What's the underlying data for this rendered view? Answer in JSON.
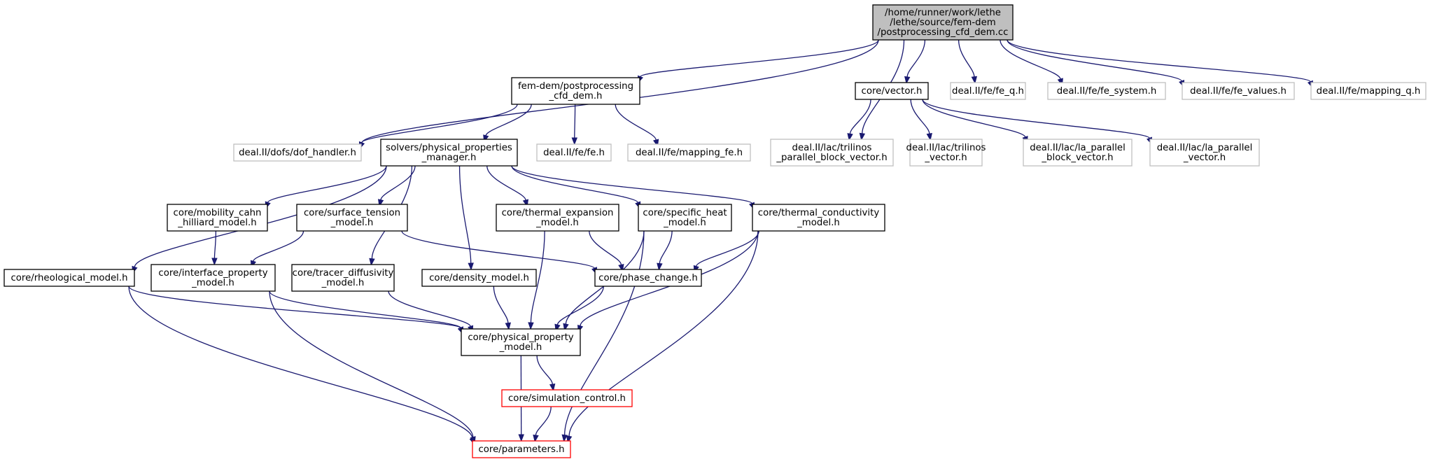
{
  "colors": {
    "edge": "#191970",
    "root_fill": "#bfbfbf",
    "node_fill": "#ffffff",
    "border_default": "#000000",
    "border_external": "#bfbfbf",
    "border_truncated": "#ff0000",
    "text": "#000000"
  },
  "nodes": [
    {
      "id": "root",
      "lines": [
        "/home/runner/work/lethe",
        "/lethe/source/fem-dem",
        "/postprocessing_cfd_dem.cc"
      ],
      "style": "root"
    },
    {
      "id": "fem_dem_post",
      "lines": [
        "fem-dem/postprocessing",
        "_cfd_dem.h"
      ],
      "style": "default"
    },
    {
      "id": "core_vector",
      "lines": [
        "core/vector.h"
      ],
      "style": "default"
    },
    {
      "id": "fe_q",
      "lines": [
        "deal.II/fe/fe_q.h"
      ],
      "style": "external"
    },
    {
      "id": "fe_system",
      "lines": [
        "deal.II/fe/fe_system.h"
      ],
      "style": "external"
    },
    {
      "id": "fe_values",
      "lines": [
        "deal.II/fe/fe_values.h"
      ],
      "style": "external"
    },
    {
      "id": "mapping_q",
      "lines": [
        "deal.II/fe/mapping_q.h"
      ],
      "style": "external"
    },
    {
      "id": "dof_handler",
      "lines": [
        "deal.II/dofs/dof_handler.h"
      ],
      "style": "external"
    },
    {
      "id": "phys_props_mgr",
      "lines": [
        "solvers/physical_properties",
        "_manager.h"
      ],
      "style": "default"
    },
    {
      "id": "fe_h",
      "lines": [
        "deal.II/fe/fe.h"
      ],
      "style": "external"
    },
    {
      "id": "mapping_fe",
      "lines": [
        "deal.II/fe/mapping_fe.h"
      ],
      "style": "external"
    },
    {
      "id": "trilinos_pbv",
      "lines": [
        "deal.II/lac/trilinos",
        "_parallel_block_vector.h"
      ],
      "style": "external"
    },
    {
      "id": "trilinos_vec",
      "lines": [
        "deal.II/lac/trilinos",
        "_vector.h"
      ],
      "style": "external"
    },
    {
      "id": "la_pbv",
      "lines": [
        "deal.II/lac/la_parallel",
        "_block_vector.h"
      ],
      "style": "external"
    },
    {
      "id": "la_pv",
      "lines": [
        "deal.II/lac/la_parallel",
        "_vector.h"
      ],
      "style": "external"
    },
    {
      "id": "mobility",
      "lines": [
        "core/mobility_cahn",
        "_hilliard_model.h"
      ],
      "style": "default"
    },
    {
      "id": "surface_tension",
      "lines": [
        "core/surface_tension",
        "_model.h"
      ],
      "style": "default"
    },
    {
      "id": "thermal_expansion",
      "lines": [
        "core/thermal_expansion",
        "_model.h"
      ],
      "style": "default"
    },
    {
      "id": "specific_heat",
      "lines": [
        "core/specific_heat",
        "_model.h"
      ],
      "style": "default"
    },
    {
      "id": "thermal_cond",
      "lines": [
        "core/thermal_conductivity",
        "_model.h"
      ],
      "style": "default"
    },
    {
      "id": "rheological",
      "lines": [
        "core/rheological_model.h"
      ],
      "style": "default"
    },
    {
      "id": "interface_prop",
      "lines": [
        "core/interface_property",
        "_model.h"
      ],
      "style": "default"
    },
    {
      "id": "tracer_diff",
      "lines": [
        "core/tracer_diffusivity",
        "_model.h"
      ],
      "style": "default"
    },
    {
      "id": "density",
      "lines": [
        "core/density_model.h"
      ],
      "style": "default"
    },
    {
      "id": "phase_change",
      "lines": [
        "core/phase_change.h"
      ],
      "style": "default"
    },
    {
      "id": "phys_prop_model",
      "lines": [
        "core/physical_property",
        "_model.h"
      ],
      "style": "default"
    },
    {
      "id": "sim_control",
      "lines": [
        "core/simulation_control.h"
      ],
      "style": "truncated"
    },
    {
      "id": "parameters",
      "lines": [
        "core/parameters.h"
      ],
      "style": "truncated"
    }
  ],
  "edges": [
    [
      "root",
      "fem_dem_post"
    ],
    [
      "root",
      "core_vector"
    ],
    [
      "root",
      "fe_q"
    ],
    [
      "root",
      "fe_system"
    ],
    [
      "root",
      "fe_values"
    ],
    [
      "root",
      "mapping_q"
    ],
    [
      "root",
      "dof_handler"
    ],
    [
      "root",
      "trilinos_pbv"
    ],
    [
      "fem_dem_post",
      "dof_handler"
    ],
    [
      "fem_dem_post",
      "phys_props_mgr"
    ],
    [
      "fem_dem_post",
      "fe_h"
    ],
    [
      "fem_dem_post",
      "mapping_fe"
    ],
    [
      "core_vector",
      "trilinos_pbv"
    ],
    [
      "core_vector",
      "trilinos_vec"
    ],
    [
      "core_vector",
      "la_pbv"
    ],
    [
      "core_vector",
      "la_pv"
    ],
    [
      "phys_props_mgr",
      "rheological"
    ],
    [
      "phys_props_mgr",
      "mobility"
    ],
    [
      "phys_props_mgr",
      "surface_tension"
    ],
    [
      "phys_props_mgr",
      "tracer_diff"
    ],
    [
      "phys_props_mgr",
      "density"
    ],
    [
      "phys_props_mgr",
      "thermal_expansion"
    ],
    [
      "phys_props_mgr",
      "specific_heat"
    ],
    [
      "phys_props_mgr",
      "thermal_cond"
    ],
    [
      "mobility",
      "interface_prop"
    ],
    [
      "surface_tension",
      "interface_prop"
    ],
    [
      "surface_tension",
      "phase_change"
    ],
    [
      "thermal_expansion",
      "phase_change"
    ],
    [
      "thermal_expansion",
      "phys_prop_model"
    ],
    [
      "specific_heat",
      "phase_change"
    ],
    [
      "specific_heat",
      "phys_prop_model"
    ],
    [
      "specific_heat",
      "parameters"
    ],
    [
      "thermal_cond",
      "phase_change"
    ],
    [
      "thermal_cond",
      "phys_prop_model"
    ],
    [
      "thermal_cond",
      "parameters"
    ],
    [
      "rheological",
      "phys_prop_model"
    ],
    [
      "rheological",
      "parameters"
    ],
    [
      "interface_prop",
      "phys_prop_model"
    ],
    [
      "interface_prop",
      "parameters"
    ],
    [
      "tracer_diff",
      "phys_prop_model"
    ],
    [
      "density",
      "phys_prop_model"
    ],
    [
      "phase_change",
      "phys_prop_model"
    ],
    [
      "phys_prop_model",
      "sim_control"
    ],
    [
      "phys_prop_model",
      "parameters"
    ],
    [
      "sim_control",
      "parameters"
    ]
  ]
}
